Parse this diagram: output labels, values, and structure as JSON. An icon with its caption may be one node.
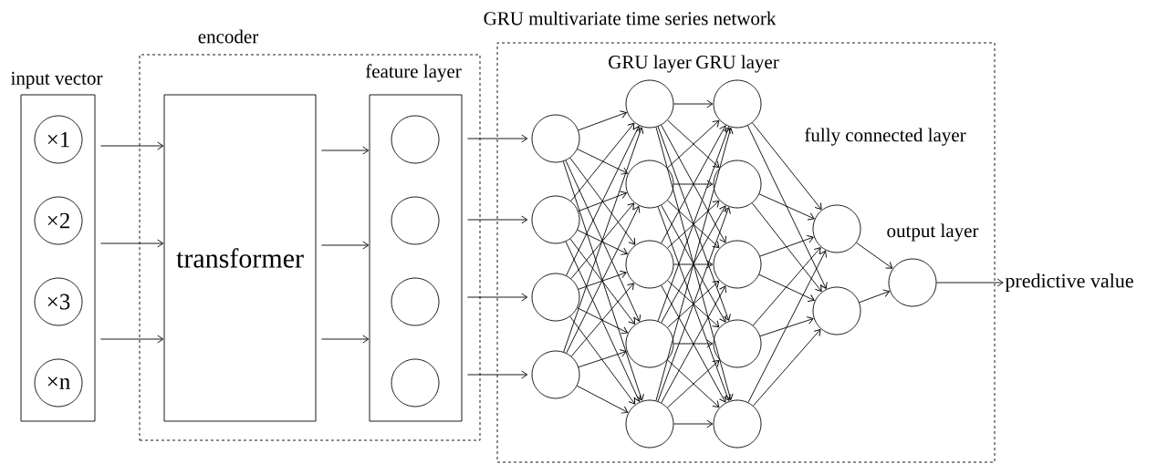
{
  "diagram": {
    "nodes": [
      {
        "text": [
          "input vector"
        ]
      },
      {
        "text": [
          "×1"
        ],
        "in": 0
      },
      {
        "text": [
          "×2"
        ],
        "in": 0
      },
      {
        "text": [
          "×3"
        ],
        "in": 0
      },
      {
        "text": [
          "×n"
        ],
        "in": 0
      },
      {
        "text": [
          "encoder"
        ]
      },
      {
        "text": [
          "transformer"
        ],
        "in": 5
      },
      {
        "text": [
          "feature layer"
        ],
        "in": 5
      },
      {
        "text": [],
        "shape": "circle",
        "in": 7
      },
      {
        "text": [],
        "shape": "circle",
        "in": 7
      },
      {
        "text": [],
        "shape": "circle",
        "in": 7
      },
      {
        "text": [],
        "shape": "circle",
        "in": 7
      },
      {
        "text": [
          "GRU multivariate time series network"
        ]
      },
      {
        "text": [],
        "shape": "circle",
        "in": 12
      },
      {
        "text": [],
        "shape": "circle",
        "in": 12
      },
      {
        "text": [],
        "shape": "circle",
        "in": 12
      },
      {
        "text": [],
        "shape": "circle",
        "in": 12
      },
      {
        "text": [],
        "shape": "circle",
        "in": 12
      },
      {
        "text": [],
        "shape": "circle",
        "in": 12
      },
      {
        "text": [],
        "shape": "circle",
        "in": 12
      },
      {
        "text": [],
        "shape": "circle",
        "in": 12
      },
      {
        "text": [],
        "shape": "circle",
        "in": 12
      },
      {
        "text": [],
        "shape": "circle",
        "in": 12
      },
      {
        "text": [],
        "shape": "circle",
        "in": 12
      },
      {
        "text": [],
        "shape": "circle",
        "in": 12
      },
      {
        "text": [],
        "shape": "circle",
        "in": 12
      },
      {
        "text": [],
        "shape": "circle",
        "in": 12
      },
      {
        "text": [],
        "shape": "circle",
        "in": 12
      },
      {
        "text": [],
        "shape": "circle",
        "in": 12
      },
      {
        "text": [],
        "shape": "circle",
        "in": 12
      },
      {
        "text": [
          "predictive value"
        ]
      }
    ],
    "edges": [
      {
        "from": 0,
        "to": 6,
        "arrow": "to"
      },
      {
        "from": 0,
        "to": 6,
        "arrow": "to"
      },
      {
        "from": 0,
        "to": 6,
        "arrow": "to"
      },
      {
        "from": 6,
        "to": 7,
        "arrow": "to"
      },
      {
        "from": 6,
        "to": 7,
        "arrow": "to"
      },
      {
        "from": 6,
        "to": 7,
        "arrow": "to"
      },
      {
        "from": 7,
        "to": 13,
        "arrow": "to"
      },
      {
        "from": 7,
        "to": 14,
        "arrow": "to"
      },
      {
        "from": 7,
        "to": 15,
        "arrow": "to"
      },
      {
        "from": 7,
        "to": 16,
        "arrow": "to"
      },
      {
        "from": 13,
        "to": 17,
        "arrow": "to"
      },
      {
        "from": 13,
        "to": 18,
        "arrow": "to"
      },
      {
        "from": 13,
        "to": 19,
        "arrow": "to"
      },
      {
        "from": 13,
        "to": 20,
        "arrow": "to"
      },
      {
        "from": 13,
        "to": 21,
        "arrow": "to"
      },
      {
        "from": 14,
        "to": 17,
        "arrow": "to"
      },
      {
        "from": 14,
        "to": 18,
        "arrow": "to"
      },
      {
        "from": 14,
        "to": 19,
        "arrow": "to"
      },
      {
        "from": 14,
        "to": 20,
        "arrow": "to"
      },
      {
        "from": 14,
        "to": 21,
        "arrow": "to"
      },
      {
        "from": 15,
        "to": 17,
        "arrow": "to"
      },
      {
        "from": 15,
        "to": 18,
        "arrow": "to"
      },
      {
        "from": 15,
        "to": 19,
        "arrow": "to"
      },
      {
        "from": 15,
        "to": 20,
        "arrow": "to"
      },
      {
        "from": 15,
        "to": 21,
        "arrow": "to"
      },
      {
        "from": 16,
        "to": 17,
        "arrow": "to"
      },
      {
        "from": 16,
        "to": 18,
        "arrow": "to"
      },
      {
        "from": 16,
        "to": 19,
        "arrow": "to"
      },
      {
        "from": 16,
        "to": 20,
        "arrow": "to"
      },
      {
        "from": 16,
        "to": 21,
        "arrow": "to"
      },
      {
        "from": 17,
        "to": 22,
        "arrow": "to"
      },
      {
        "from": 17,
        "to": 23,
        "arrow": "to"
      },
      {
        "from": 17,
        "to": 24,
        "arrow": "to"
      },
      {
        "from": 17,
        "to": 25,
        "arrow": "to"
      },
      {
        "from": 17,
        "to": 26,
        "arrow": "to"
      },
      {
        "from": 18,
        "to": 22,
        "arrow": "to"
      },
      {
        "from": 18,
        "to": 23,
        "arrow": "to"
      },
      {
        "from": 18,
        "to": 24,
        "arrow": "to"
      },
      {
        "from": 18,
        "to": 25,
        "arrow": "to"
      },
      {
        "from": 18,
        "to": 26,
        "arrow": "to"
      },
      {
        "from": 19,
        "to": 22,
        "arrow": "to"
      },
      {
        "from": 19,
        "to": 23,
        "arrow": "to"
      },
      {
        "from": 19,
        "to": 24,
        "arrow": "to"
      },
      {
        "from": 19,
        "to": 25,
        "arrow": "to"
      },
      {
        "from": 19,
        "to": 26,
        "arrow": "to"
      },
      {
        "from": 20,
        "to": 22,
        "arrow": "to"
      },
      {
        "from": 20,
        "to": 23,
        "arrow": "to"
      },
      {
        "from": 20,
        "to": 24,
        "arrow": "to"
      },
      {
        "from": 20,
        "to": 25,
        "arrow": "to"
      },
      {
        "from": 20,
        "to": 26,
        "arrow": "to"
      },
      {
        "from": 21,
        "to": 22,
        "arrow": "to"
      },
      {
        "from": 21,
        "to": 23,
        "arrow": "to"
      },
      {
        "from": 21,
        "to": 24,
        "arrow": "to"
      },
      {
        "from": 21,
        "to": 25,
        "arrow": "to"
      },
      {
        "from": 21,
        "to": 26,
        "arrow": "to"
      },
      {
        "from": 22,
        "to": 27,
        "arrow": "to"
      },
      {
        "from": 22,
        "to": 28,
        "arrow": "to"
      },
      {
        "from": 23,
        "to": 27,
        "arrow": "to"
      },
      {
        "from": 23,
        "to": 28,
        "arrow": "to"
      },
      {
        "from": 24,
        "to": 27,
        "arrow": "to"
      },
      {
        "from": 24,
        "to": 28,
        "arrow": "to"
      },
      {
        "from": 25,
        "to": 27,
        "arrow": "to"
      },
      {
        "from": 25,
        "to": 28,
        "arrow": "to"
      },
      {
        "from": 26,
        "to": 27,
        "arrow": "to"
      },
      {
        "from": 26,
        "to": 28,
        "arrow": "to"
      },
      {
        "from": 27,
        "to": 29,
        "arrow": "to"
      },
      {
        "from": 28,
        "to": 29,
        "arrow": "to"
      },
      {
        "from": 29,
        "to": 30,
        "arrow": "to"
      }
    ],
    "labels": [
      "GRU layer",
      "GRU layer",
      "fully connected layer",
      "output layer"
    ]
  }
}
